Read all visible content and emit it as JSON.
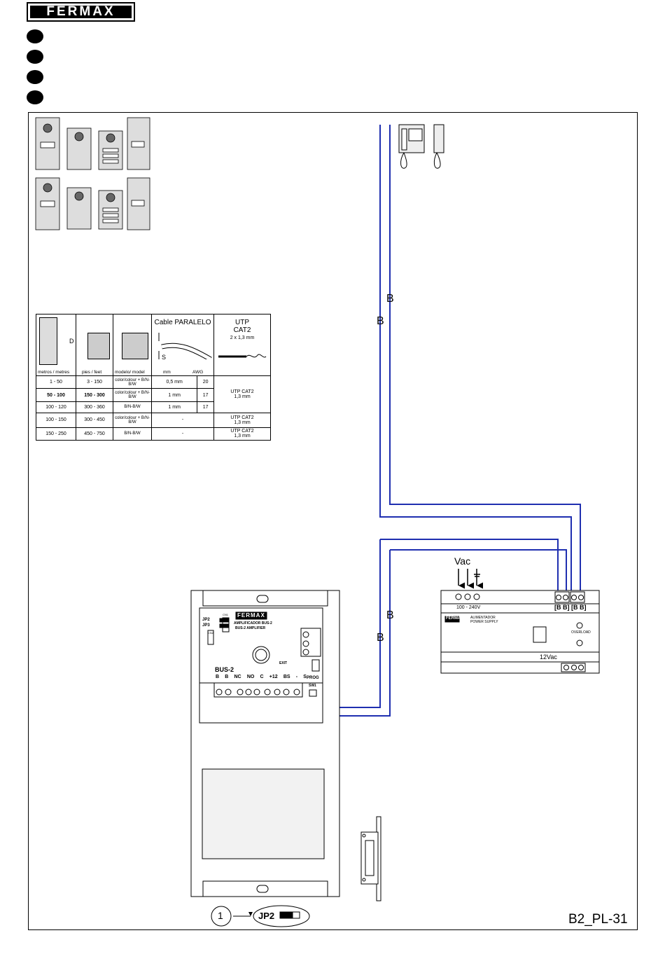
{
  "brand": {
    "logo": "FERMAX"
  },
  "language_dots": 4,
  "diagram_code": "B2_PL-31",
  "labels": {
    "bus_line_1": "B",
    "bus_line_2": "B",
    "bus_line_3": "B",
    "bus_line_4": "B",
    "vac": "Vac",
    "jp2": "JP2",
    "callout_number": "1"
  },
  "amplifier": {
    "brand": "FERMAX",
    "title_es": "AMPLIFICADOR BUS-2",
    "title_en": "BUS-2 AMPLIFIER",
    "jp2": "JP2",
    "jp3": "JP3",
    "cn1": "CN1",
    "cn2": "CN2",
    "bus_label": "BUS-2",
    "terminals": [
      "B",
      "B",
      "NC",
      "NO",
      "C",
      "+12",
      "BS",
      "-",
      "S"
    ],
    "prog": "PROG",
    "sw1": "SW1",
    "exit": "EXIT"
  },
  "power_supply": {
    "input": "100 - 240V",
    "bus_terminals": "[B B] [B B]",
    "output": "12Vac",
    "brand": "FERMAX",
    "title_es": "ALIMENTADOR",
    "title_en": "POWER SUPPLY",
    "overload": "OVERLOAD"
  },
  "cable_table": {
    "header_cable": "Cable PARALELO",
    "header_utp": "UTP",
    "header_utp2": "CAT2",
    "header_utp3": "2 x 1,3 mm",
    "header_d": "D",
    "header_s": "S",
    "col_labels": [
      "metros / metres",
      "pies / feet",
      "modelo/ model",
      "mm",
      "AWG"
    ],
    "rows": [
      {
        "m": "1 -  50",
        "ft": "3  -  150",
        "model": "color/colour + B/N-B/W",
        "mm": "0,5  mm",
        "awg": "20"
      },
      {
        "m": "50 - 100",
        "ft": "150  -  300",
        "model": "color/colour + B/N-B/W",
        "mm": "1    mm",
        "awg": "17"
      },
      {
        "m": "100 - 120",
        "ft": "300  -  360",
        "model": "B/N-B/W",
        "mm": "1    mm",
        "awg": "17"
      },
      {
        "m": "100 - 150",
        "ft": "300  -  450",
        "model": "color/colour + B/N-B/W",
        "mm": "-",
        "awg": ""
      },
      {
        "m": "150 - 250",
        "ft": "450  -  750",
        "model": "B/N-B/W",
        "mm": "-",
        "awg": ""
      }
    ],
    "utp_merged": "UTP CAT2",
    "utp_merged_mm": "1,3   mm",
    "utp_row4": "UTP CAT2",
    "utp_row4_mm": "1,3   mm",
    "utp_row5": "UTP CAT2",
    "utp_row5_mm": "1,3   mm"
  },
  "colors": {
    "bus_wire": "#1f2fb0",
    "line": "#000000"
  }
}
